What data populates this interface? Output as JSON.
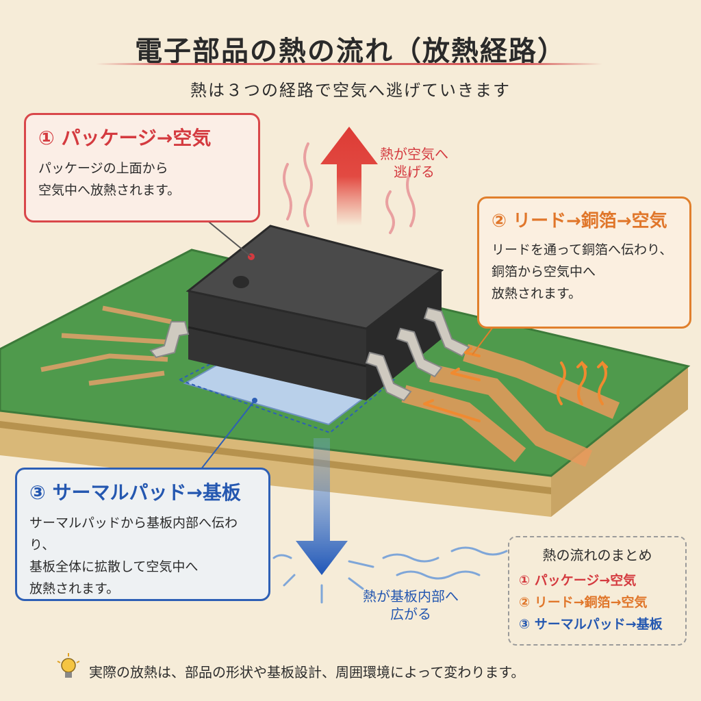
{
  "title": "電子部品の熱の流れ（放熱経路）",
  "subtitle": "熱は３つの経路で空気へ逃げていきます",
  "path1": {
    "title": "① パッケージ→空気",
    "body": "パッケージの上面から\n空気中へ放熱されます。",
    "color": "#d43a3f"
  },
  "path2": {
    "title": "② リード→銅箔→空気",
    "body": "リードを通って銅箔へ伝わり、\n銅箔から空気中へ\n放熱されます。",
    "color": "#e0762a"
  },
  "path3": {
    "title": "③ サーマルパッド→基板",
    "body": "サーマルパッドから基板内部へ伝わり、\n基板全体に拡散して空気中へ\n放熱されます。",
    "color": "#2457b0"
  },
  "note_up": "熱が空気へ\n逃げる",
  "note_down": "熱が基板内部へ\n広がる",
  "summary": {
    "heading": "熱の流れのまとめ",
    "items": [
      "① パッケージ→空気",
      "② リード→銅箔→空気",
      "③ サーマルパッド→基板"
    ]
  },
  "footer": "実際の放熱は、部品の形状や基板設計、周囲環境によって変わります。"
}
